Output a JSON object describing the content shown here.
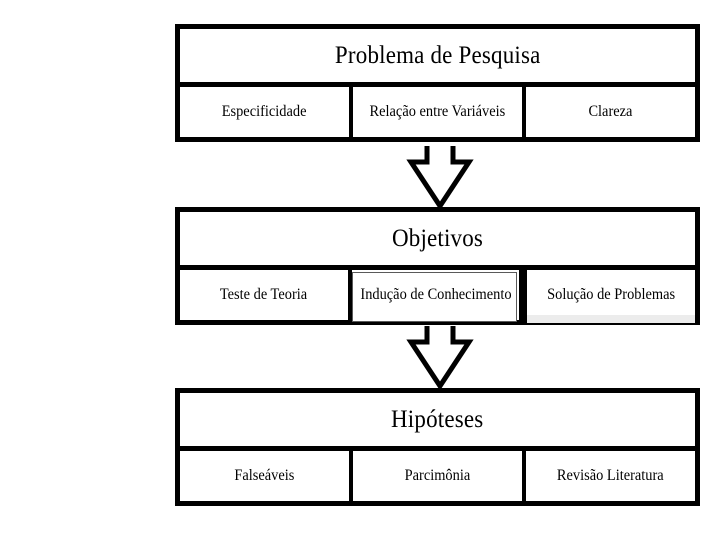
{
  "diagram": {
    "title": "Problema de Pesquisa / Objetivos / Hipóteses",
    "background_color": "#ffffff",
    "line_color": "#000000",
    "blocks": [
      {
        "id": "problema-de-pesquisa",
        "header": "Problema de Pesquisa",
        "cells": [
          {
            "label": "Especificidade",
            "style": "plain"
          },
          {
            "label": "Relação entre Variáveis",
            "style": "plain"
          },
          {
            "label": "Clareza",
            "style": "plain"
          }
        ]
      },
      {
        "id": "objetivos",
        "header": "Objetivos",
        "cells": [
          {
            "label": "Teste de Teoria",
            "style": "plain"
          },
          {
            "label": "Indução de Conhecimento",
            "style": "framed"
          },
          {
            "label": "Solução de Problemas",
            "style": "shaded"
          }
        ]
      },
      {
        "id": "hipoteses",
        "header": "Hipóteses",
        "cells": [
          {
            "label": "Falseáveis",
            "style": "plain"
          },
          {
            "label": "Parcimônia",
            "style": "plain"
          },
          {
            "label": "Revisão Literatura",
            "style": "plain"
          }
        ]
      }
    ],
    "connectors": [
      {
        "id": "arrow-problema-to-objetivos",
        "icon": "down-block-arrow-icon",
        "from": "problema-de-pesquisa",
        "to": "objetivos"
      },
      {
        "id": "arrow-objetivos-to-hipoteses",
        "icon": "down-block-arrow-icon",
        "from": "objetivos",
        "to": "hipoteses"
      }
    ]
  }
}
